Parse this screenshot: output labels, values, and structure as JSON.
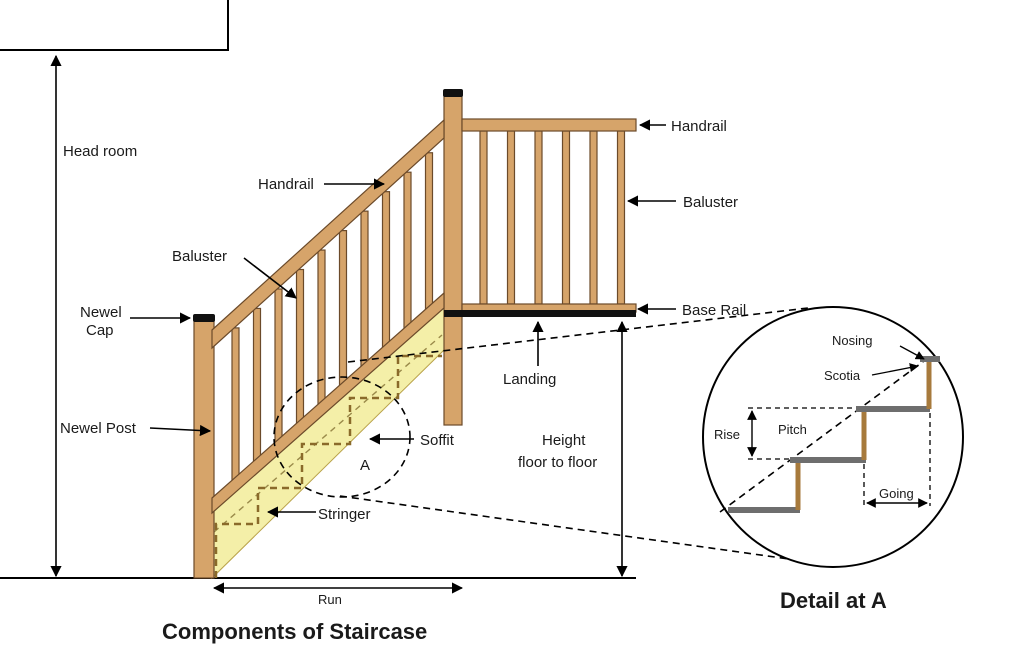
{
  "title": "Components of Staircase",
  "detail_title": "Detail at A",
  "labels": {
    "head_room": "Head room",
    "handrail_stair": "Handrail",
    "handrail_landing": "Handrail",
    "baluster_stair": "Baluster",
    "baluster_landing": "Baluster",
    "newel_cap_1": "Newel",
    "newel_cap_2": "Cap",
    "newel_post": "Newel Post",
    "base_rail": "Base Rail",
    "landing": "Landing",
    "soffit": "Soffit",
    "a_marker": "A",
    "stringer": "Stringer",
    "height_1": "Height",
    "height_2": "floor to floor",
    "run": "Run"
  },
  "detail": {
    "nosing": "Nosing",
    "scotia": "Scotia",
    "rise": "Rise",
    "pitch": "Pitch",
    "going": "Going"
  },
  "colors": {
    "wood": "#d6a46a",
    "wood_edge": "#6b4a2a",
    "stringer_fill": "#f4efa8",
    "tread": "#6e6e6e",
    "riser": "#a77a3c",
    "base_rail": "#111111"
  }
}
